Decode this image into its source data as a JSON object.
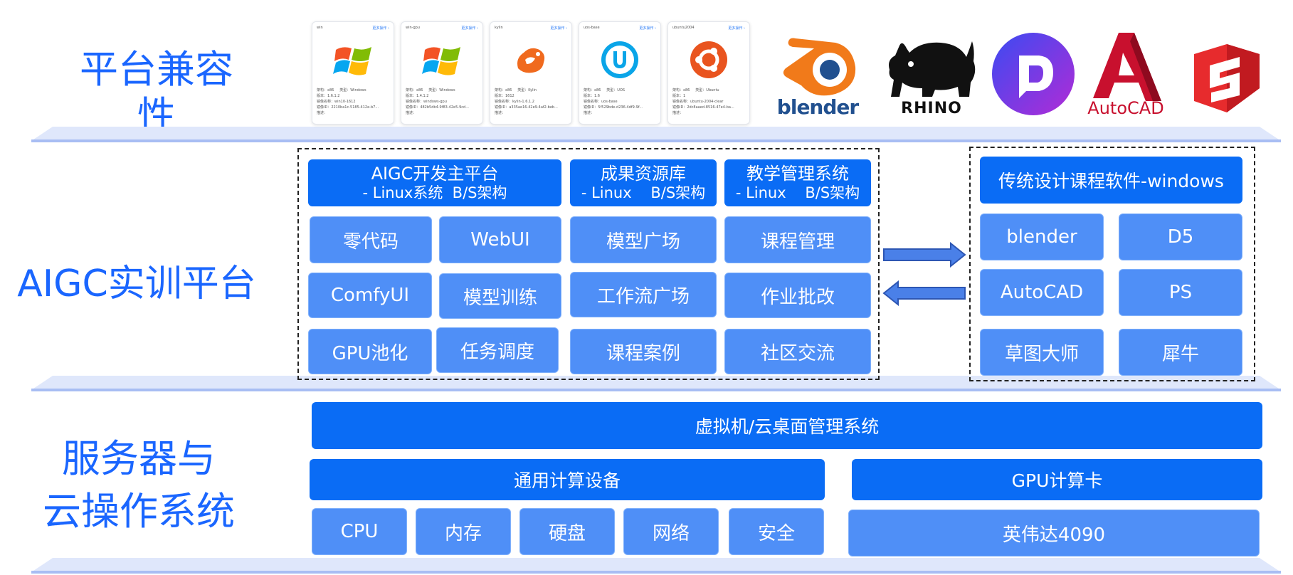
{
  "layers": {
    "compat": "平台兼容性",
    "training": "AIGC实训平台",
    "server_line1": "服务器与",
    "server_line2": "云操作系统"
  },
  "os_cards": [
    {
      "name": "win",
      "more": "更多操作 ›",
      "arch": "架构：x86",
      "type": "类型：Windows",
      "ver": "版本：1.6.1.2",
      "img": "镜像名称：win10-1612",
      "id": "镜像ID：2210ba1c-5185-412e-b7...",
      "desc": "描述："
    },
    {
      "name": "win-gpu",
      "more": "更多操作 ›",
      "arch": "架构：x86",
      "type": "类型：Windows",
      "ver": "版本：1.4.1.2",
      "img": "镜像名称：windows-gpu",
      "id": "镜像ID：482b5db4-9f83-42e5-9cd...",
      "desc": "描述："
    },
    {
      "name": "kylin",
      "more": "更多操作 ›",
      "arch": "架构：x86",
      "type": "类型：Kylin",
      "ver": "版本：1612",
      "img": "镜像名称：kylin-1.6.1.2",
      "id": "镜像ID：a335ae16-42e9-4af2-beb...",
      "desc": "描述："
    },
    {
      "name": "uos-base",
      "more": "更多操作 ›",
      "arch": "架构：x86",
      "type": "类型：UOS",
      "ver": "版本：1.6",
      "img": "镜像名称：uos-base",
      "id": "镜像ID：5f529bde-d236-4df9-9f...",
      "desc": "描述："
    },
    {
      "name": "ubuntu2004",
      "more": "更多操作 ›",
      "arch": "架构：x86",
      "type": "类型：Ubuntu",
      "ver": "版本：1",
      "img": "镜像名称：ubuntu-2004-clear",
      "id": "镜像ID：2dc8aaed-8516-47e4-ba...",
      "desc": "描述："
    }
  ],
  "logos": {
    "blender": "blender",
    "rhino": "RHINO",
    "autocad": "AutoCAD"
  },
  "aigc": {
    "headers": [
      {
        "line1": "AIGC开发主平台",
        "line2": "- Linux系统  B/S架构"
      },
      {
        "line1": "成果资源库",
        "line2": "- Linux    B/S架构"
      },
      {
        "line1": "教学管理系统",
        "line2": "- Linux    B/S架构"
      }
    ],
    "grid": [
      [
        "零代码",
        "WebUI",
        "模型广场",
        "课程管理"
      ],
      [
        "ComfyUI",
        "模型训练",
        "工作流广场",
        "作业批改"
      ],
      [
        "GPU池化",
        "任务调度",
        "课程案例",
        "社区交流"
      ]
    ]
  },
  "windows": {
    "header": "传统设计课程软件-windows",
    "grid": [
      [
        "blender",
        "D5"
      ],
      [
        "AutoCAD",
        "PS"
      ],
      [
        "草图大师",
        "犀牛"
      ]
    ]
  },
  "server": {
    "vm": "虚拟机/云桌面管理系统",
    "general": "通用计算设备",
    "gpu": "GPU计算卡",
    "items": [
      "CPU",
      "内存",
      "硬盘",
      "网络",
      "安全"
    ],
    "gpu_item": "英伟达4090"
  },
  "colors": {
    "title_blue": "#1a66ff",
    "dark_box": "#0a6cf5",
    "light_box": "#4f8ff7",
    "platform": "#c9d6f6"
  }
}
